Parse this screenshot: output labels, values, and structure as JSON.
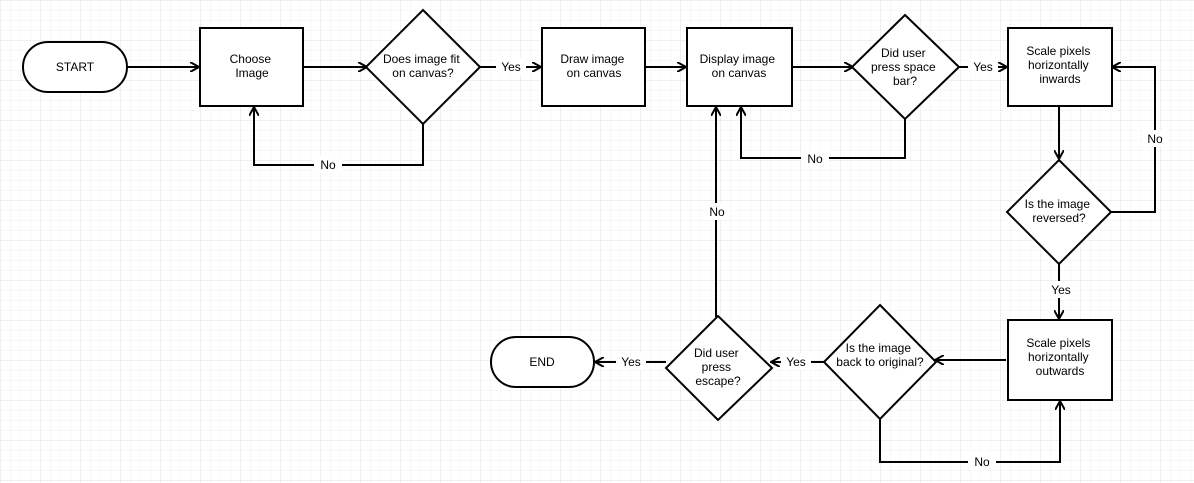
{
  "nodes": {
    "start": "START",
    "choose_image": [
      "Choose",
      "Image"
    ],
    "fit_canvas": [
      "Does image fit",
      "on canvas?"
    ],
    "draw_image": [
      "Draw image",
      "on canvas"
    ],
    "display_image": [
      "Display image",
      "on canvas"
    ],
    "space_bar": [
      "Did user",
      "press space",
      "bar?"
    ],
    "scale_inwards": [
      "Scale pixels",
      "horizontally",
      "inwards"
    ],
    "reversed": [
      "Is the image",
      "reversed?"
    ],
    "scale_outwards": [
      "Scale pixels",
      "horizontally",
      "outwards"
    ],
    "back_original": [
      "Is the image",
      "back to original?"
    ],
    "escape": [
      "Did user",
      "press",
      "escape?"
    ],
    "end": "END"
  },
  "edge_labels": {
    "fit_yes": "Yes",
    "fit_no": "No",
    "space_yes": "Yes",
    "space_no": "No",
    "reversed_no": "No",
    "reversed_yes": "Yes",
    "original_yes": "Yes",
    "original_no": "No",
    "escape_yes": "Yes",
    "escape_no": "No"
  },
  "colors": {
    "grid_minor": "#eef0f8",
    "grid_major": "#dde1ee",
    "stroke": "#000000",
    "fill": "#ffffff"
  }
}
